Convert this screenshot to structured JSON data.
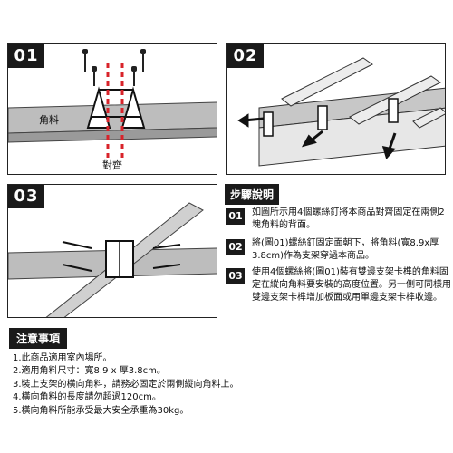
{
  "panels": {
    "p1": {
      "badge": "01",
      "label_beam": "角料",
      "label_align": "對齊"
    },
    "p2": {
      "badge": "02"
    },
    "p3": {
      "badge": "03"
    }
  },
  "steps": {
    "title": "步驟說明",
    "items": [
      {
        "num": "01",
        "text": "如圖所示用4個螺絲釘將本商品對齊固定在兩側2塊角料的背面。"
      },
      {
        "num": "02",
        "text": "將(圖01)螺絲釘固定面朝下，將角料(寬8.9x厚3.8cm)作為支架穿過本商品。"
      },
      {
        "num": "03",
        "text": "使用4個螺絲將(圖01)裝有雙邊支架卡榫的角料固定在縱向角料要安裝的高度位置。另一側可同樣用雙邊支架卡榫增加板面或用單邊支架卡榫收邊。"
      }
    ]
  },
  "notes": {
    "title": "注意事項",
    "items": [
      "1.此商品適用室內場所。",
      "2.適用角料尺寸：寬8.9 x 厚3.8cm。",
      "3.裝上支架的橫向角料，請務必固定於兩側縱向角料上。",
      "4.橫向角料的長度請勿超過120cm。",
      "5.橫向角料所能承受最大安全承重為30kg。"
    ]
  },
  "icons": [
    "screw-icon",
    "arrow-icon",
    "bracket-icon"
  ],
  "colors": {
    "dark": "#1a1a1a",
    "beam": "#b9b9b9",
    "red": "#d8232a"
  }
}
